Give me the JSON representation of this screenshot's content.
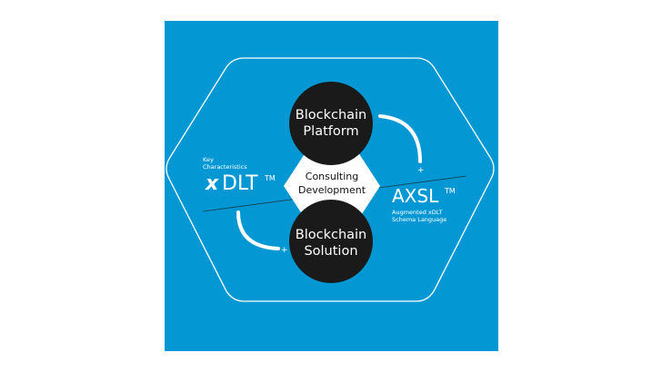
{
  "diagram": {
    "circles": [
      {
        "line1": "Blockchain",
        "line2": "Platform"
      },
      {
        "line1": "Blockchain",
        "line2": "Solution"
      }
    ],
    "center": {
      "line1": "Consulting",
      "line2": "Development"
    },
    "left": {
      "caption_line1": "Key",
      "caption_line2": "Characteristics",
      "brand_prefix": "x",
      "brand": "DLT",
      "trademark": "TM"
    },
    "right": {
      "brand": "AXSL",
      "trademark": "TM",
      "caption_line1": "Augmented xDLT",
      "caption_line2": "Schema Language"
    },
    "plus_sign": "+"
  },
  "colors": {
    "panel": "#0398d4",
    "circle": "#1a1a1a",
    "center": "#ffffff",
    "accent": "#ffffff"
  }
}
